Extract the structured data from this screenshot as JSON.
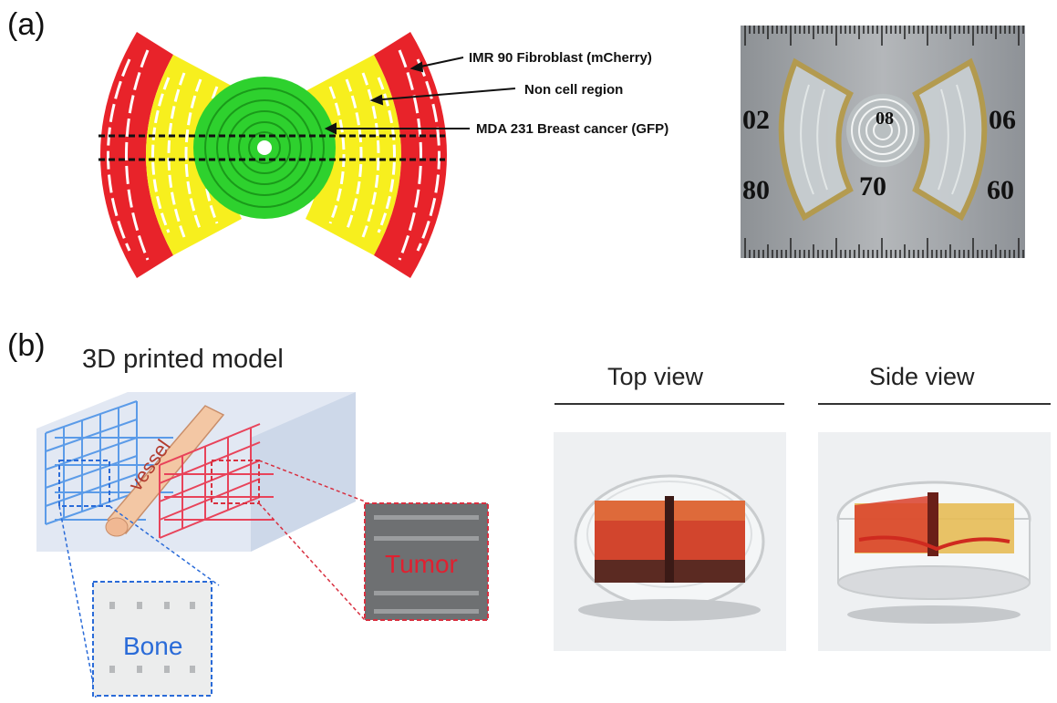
{
  "panel_a": {
    "label": "(a)",
    "annotations": [
      "IMR 90 Fibroblast (mCherry)",
      "Non cell region",
      "MDA 231 Breast cancer (GFP)"
    ],
    "ruler_numbers": [
      "02",
      "08",
      "06",
      "80",
      "70",
      "60"
    ],
    "colors": {
      "outer": "#e8232a",
      "middle": "#f7ef1e",
      "core": "#2ed12e"
    }
  },
  "panel_b": {
    "label": "(b)",
    "model_title": "3D printed model",
    "vessel_label": "vessel",
    "tumor_label": "Tumor",
    "bone_label": "Bone",
    "top_view": "Top view",
    "side_view": "Side view",
    "colors": {
      "bone": "#4a90e2",
      "tumor": "#e8394a",
      "vessel": "#f5c9a8"
    }
  }
}
